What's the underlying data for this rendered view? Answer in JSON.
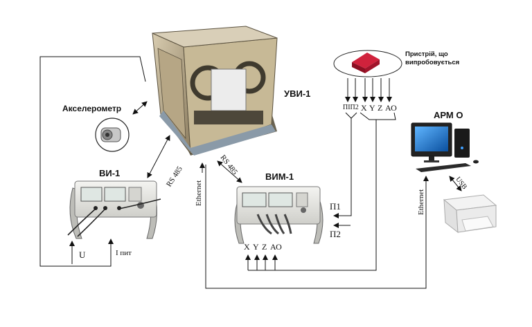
{
  "labels": {
    "uvi": "УВИ-1",
    "accelerometer": "Акселерометр",
    "vi": "ВИ-1",
    "vim": "ВИМ-1",
    "arm": "АРМ О",
    "device_under_test": "Пристрій, що випробовується",
    "rs485_left": "RS 485",
    "rs485_right": "RS 485",
    "ethernet_left": "Ethernet",
    "ethernet_right": "Ethernet",
    "usb": "USB",
    "p1": "П1",
    "p2": "П2",
    "u": "U",
    "i_pit": "І пит",
    "pip2": "ПІП2",
    "x_top": "X",
    "y_top": "Y",
    "z_top": "Z",
    "ao_top": "АО",
    "x_bot": "X",
    "y_bot": "Y",
    "z_bot": "Z",
    "ao_bot": "АО"
  },
  "colors": {
    "line": "#111111",
    "dut_red": "#b3122a",
    "screen_blue": "#1e6fc0",
    "instrument_body": "#e9e9e4",
    "frame_metal": "#b9a98a"
  }
}
